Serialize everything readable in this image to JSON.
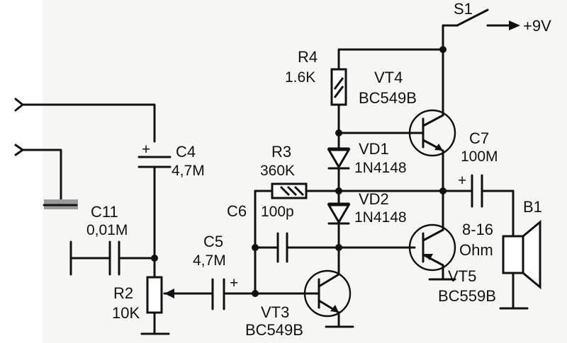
{
  "labels": {
    "s1": "S1",
    "supply": "+9V",
    "r4_name": "R4",
    "r4_val": "1.6K",
    "vt4_name": "VT4",
    "vt4_type": "BC549B",
    "c4_name": "C4",
    "c4_val": "4,7M",
    "c4_plus": "+",
    "c7_name": "C7",
    "c7_val": "100M",
    "c7_plus": "+",
    "vd1_name": "VD1",
    "vd1_type": "1N4148",
    "r3_name": "R3",
    "r3_val": "360K",
    "vd2_name": "VD2",
    "vd2_type": "1N4148",
    "b1_name": "B1",
    "b1_val1": "8-16",
    "b1_val2": "Ohm",
    "c11_name": "C11",
    "c11_val": "0,01M",
    "c6_name": "C6",
    "c6_val": "100p",
    "c5_name": "C5",
    "c5_val": "4,7M",
    "c5_plus": "+",
    "r2_name": "R2",
    "r2_val": "10K",
    "vt5_name": "VT5",
    "vt5_type": "BC559B",
    "vt3_name": "VT3",
    "vt3_type": "BC549B"
  }
}
